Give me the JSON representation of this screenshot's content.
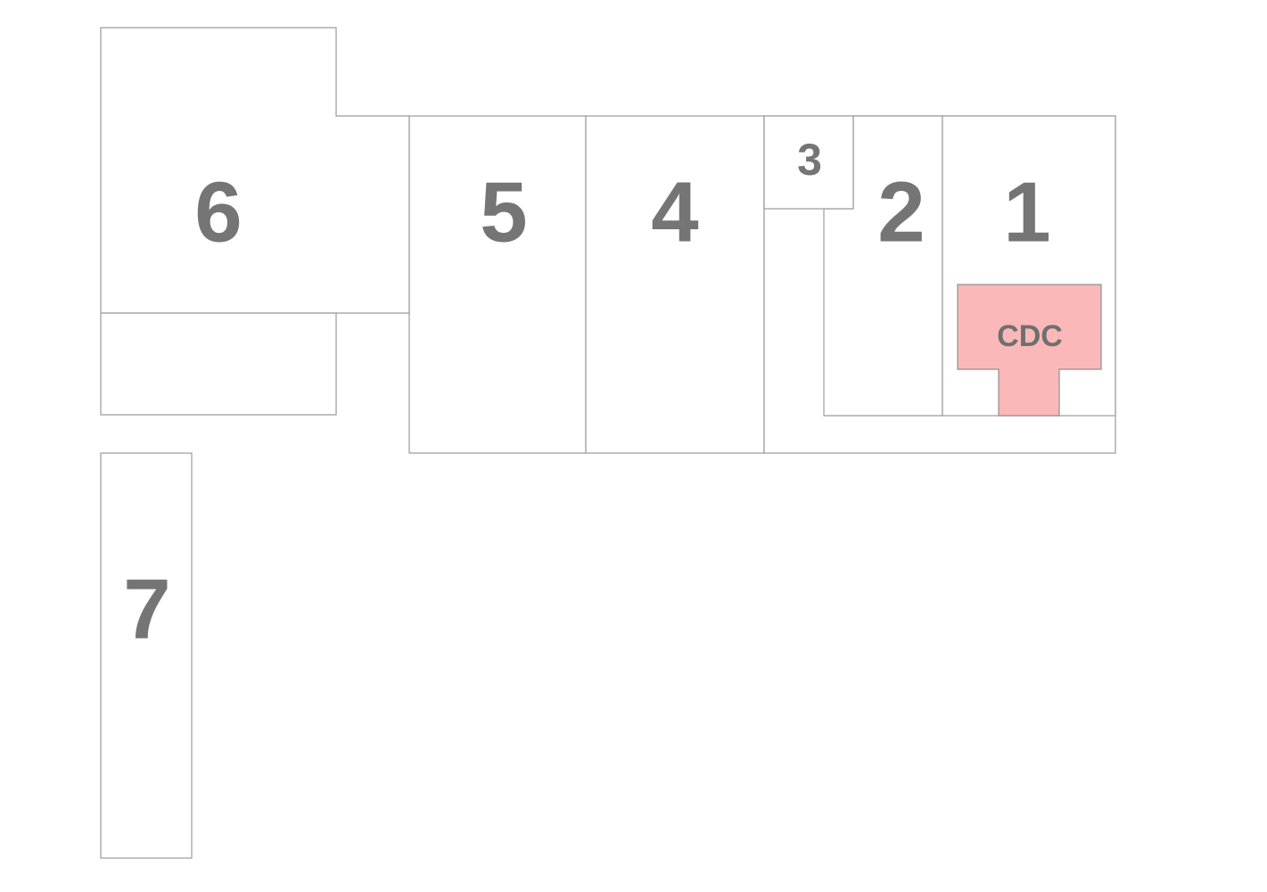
{
  "map": {
    "buildings": [
      {
        "id": "6",
        "label": "6"
      },
      {
        "id": "5",
        "label": "5"
      },
      {
        "id": "4",
        "label": "4"
      },
      {
        "id": "3",
        "label": "3"
      },
      {
        "id": "2",
        "label": "2"
      },
      {
        "id": "1",
        "label": "1"
      },
      {
        "id": "7",
        "label": "7"
      }
    ],
    "highlight": {
      "label": "CDC",
      "color": "#fbb8b8"
    },
    "colors": {
      "outline": "#9a9a9a",
      "label": "#757575",
      "background": "#ffffff"
    }
  }
}
